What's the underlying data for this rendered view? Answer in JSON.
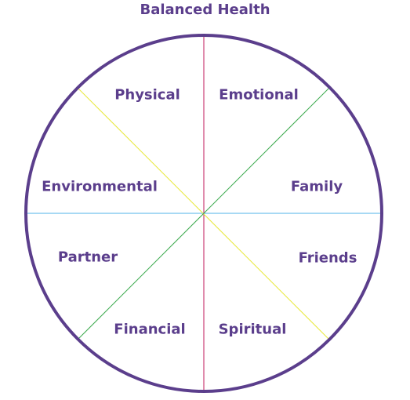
{
  "title": "Balanced Health",
  "segments": [
    {
      "label": "Physical"
    },
    {
      "label": "Emotional"
    },
    {
      "label": "Family"
    },
    {
      "label": "Friends"
    },
    {
      "label": "Spiritual"
    },
    {
      "label": "Financial"
    },
    {
      "label": "Partner"
    },
    {
      "label": "Environmental"
    }
  ],
  "colors": {
    "text": "#5b3e8c",
    "circle_stroke": "#5b3e8c",
    "divider_vertical": "#c2185b",
    "divider_horizontal": "#4fb3e8",
    "divider_diagonal_yellow": "#e8e83a",
    "divider_diagonal_green": "#3aa94c"
  }
}
